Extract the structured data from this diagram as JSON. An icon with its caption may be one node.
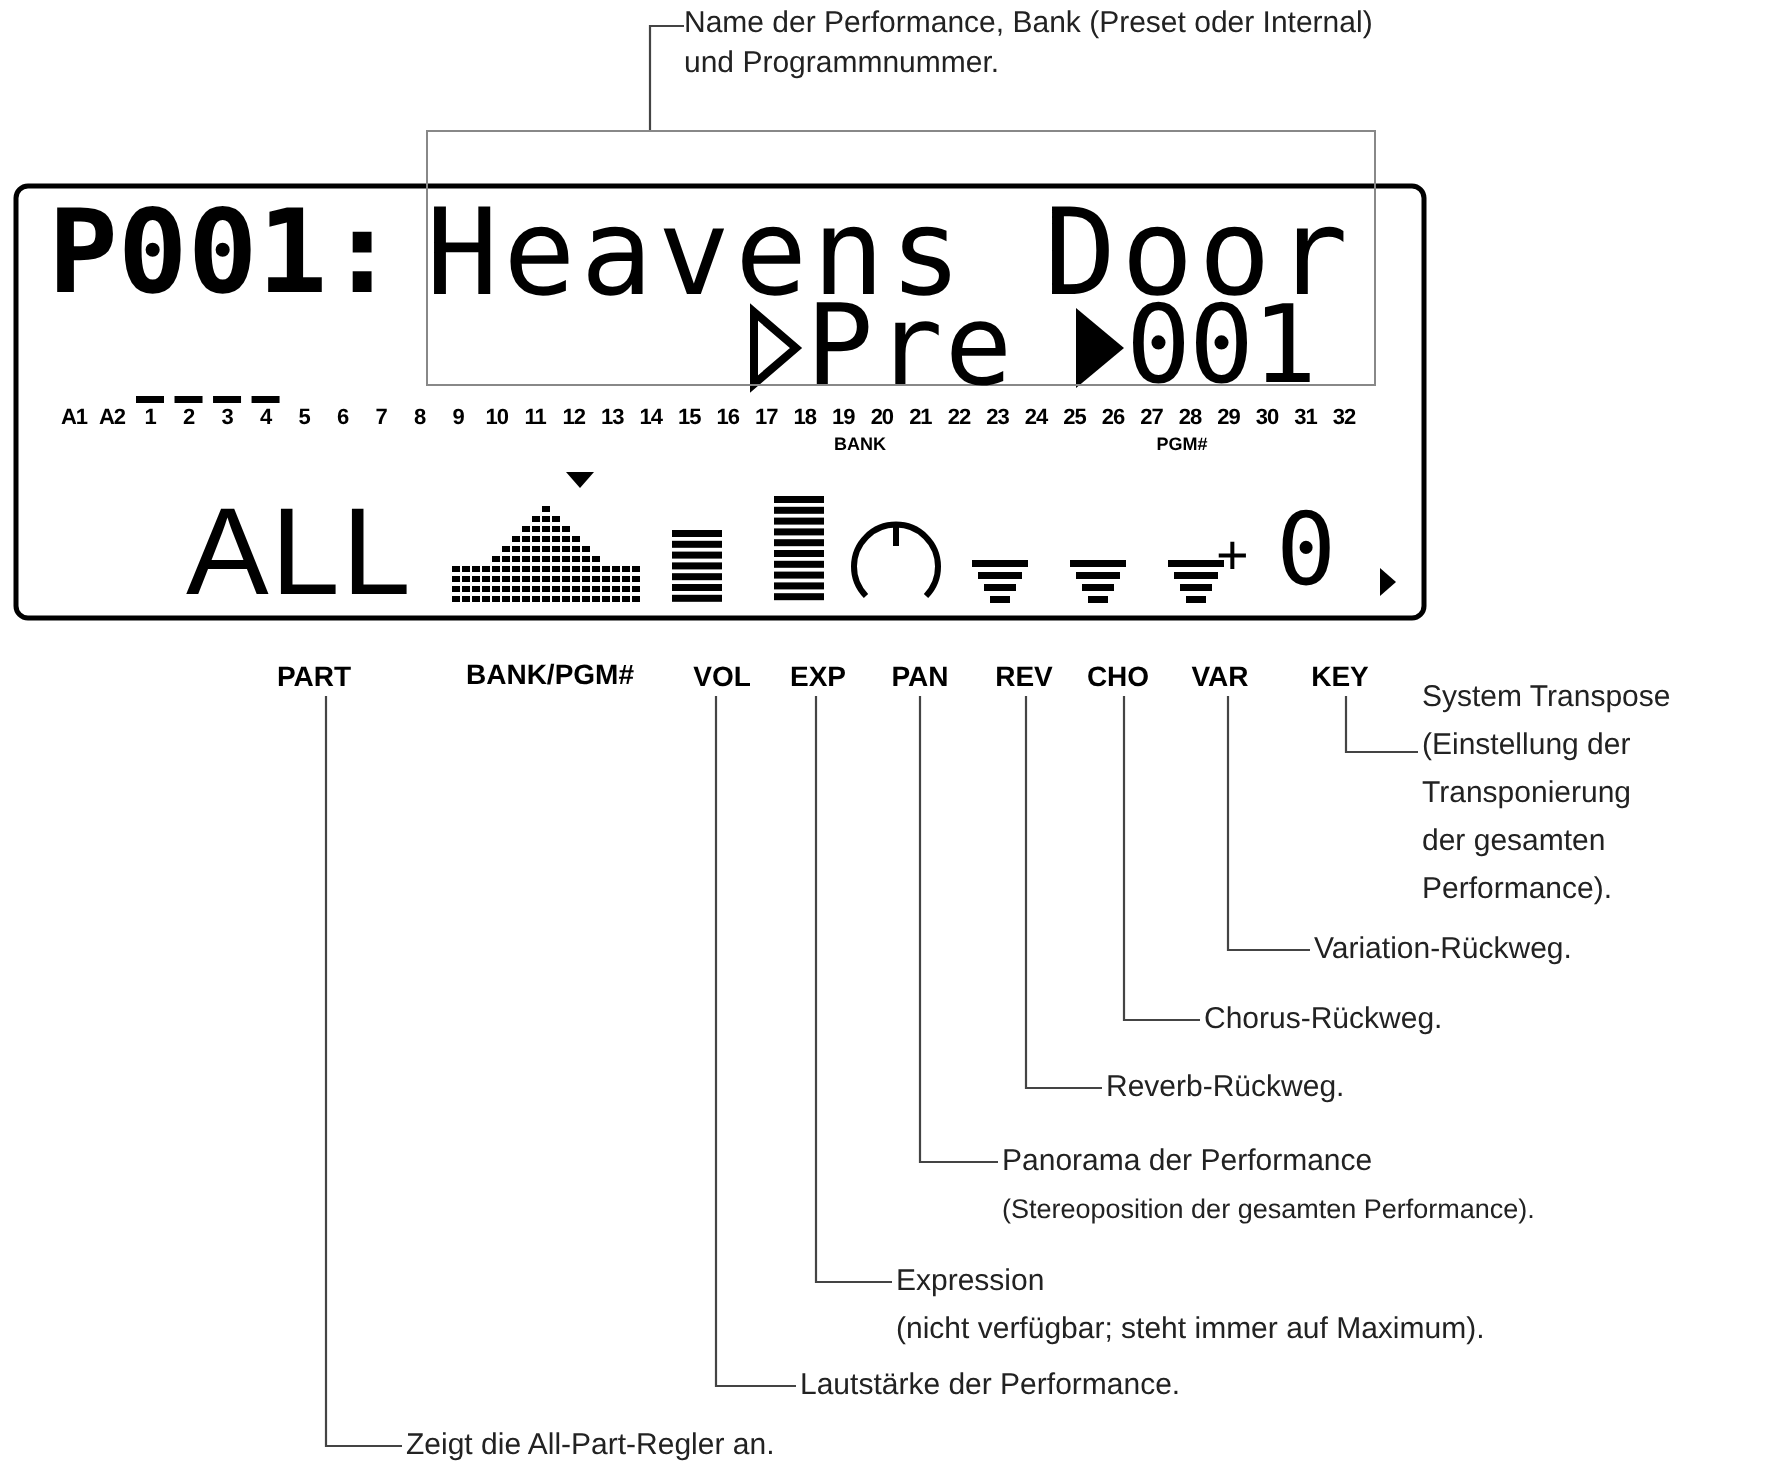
{
  "diagram": {
    "nodes": [
      {
        "text": [
          "Name der Performance, Bank (Preset oder Internal) und Programmnummer."
        ]
      },
      {
        "text": [],
        "shape": "box"
      },
      {
        "text": [
          "PART"
        ]
      },
      {
        "text": [
          "VOL"
        ]
      },
      {
        "text": [
          "EXP"
        ]
      },
      {
        "text": [
          "PAN"
        ]
      },
      {
        "text": [
          "REV"
        ]
      },
      {
        "text": [
          "CHO"
        ]
      },
      {
        "text": [
          "VAR"
        ]
      },
      {
        "text": [
          "KEY"
        ]
      },
      {
        "text": [
          "System Transpose (Einstellung der Transponierung der gesamten Performance)."
        ]
      },
      {
        "text": [
          "Variation-Rückweg."
        ]
      },
      {
        "text": [
          "Chorus-Rückweg."
        ]
      },
      {
        "text": [
          "Reverb-Rückweg."
        ]
      },
      {
        "text": [
          "Panorama der Performance",
          "(Stereoposition der gesamten Performance)."
        ]
      },
      {
        "text": [
          "Expression",
          "(nicht verfügbar; steht immer auf Maximum)."
        ]
      },
      {
        "text": [
          "Lautstärke der Performance."
        ]
      },
      {
        "text": [
          "Zeigt die All-Part-Regler an."
        ]
      }
    ],
    "edges": [
      {
        "from": 0,
        "to": 1,
        "arrow": "none"
      },
      {
        "from": 9,
        "to": 10,
        "arrow": "none"
      },
      {
        "from": 8,
        "to": 11,
        "arrow": "none"
      },
      {
        "from": 7,
        "to": 12,
        "arrow": "none"
      },
      {
        "from": 6,
        "to": 13,
        "arrow": "none"
      },
      {
        "from": 5,
        "to": 14,
        "arrow": "none"
      },
      {
        "from": 4,
        "to": 15,
        "arrow": "none"
      },
      {
        "from": 3,
        "to": 16,
        "arrow": "none"
      },
      {
        "from": 2,
        "to": 17,
        "arrow": "none"
      }
    ],
    "labels": [
      "P001:",
      "Heavens Door",
      "Pre",
      "001",
      "A1",
      "A2",
      "1",
      "2",
      "3",
      "4",
      "5",
      "6",
      "7",
      "8",
      "9",
      "10",
      "11",
      "12",
      "13",
      "14",
      "15",
      "16",
      "17",
      "18",
      "19",
      "20",
      "21",
      "22",
      "23",
      "24",
      "25",
      "26",
      "27",
      "28",
      "29",
      "30",
      "31",
      "32",
      "BANK",
      "PGM#",
      "ALL",
      "+",
      "0",
      "BANK/PGM#"
    ]
  }
}
